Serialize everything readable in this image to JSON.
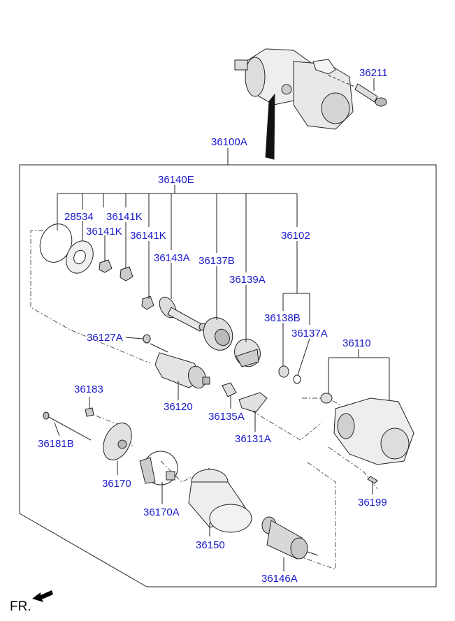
{
  "callouts": {
    "p36211": "36211",
    "p36100A": "36100A",
    "p36140E": "36140E",
    "p28534": "28534",
    "p36141K_a": "36141K",
    "p36141K_b": "36141K",
    "p36141K_c": "36141K",
    "p36102": "36102",
    "p36143A": "36143A",
    "p36137B": "36137B",
    "p36139A": "36139A",
    "p36138B": "36138B",
    "p36137A": "36137A",
    "p36127A": "36127A",
    "p36110": "36110",
    "p36120": "36120",
    "p36183": "36183",
    "p36135A": "36135A",
    "p36131A": "36131A",
    "p36181B": "36181B",
    "p36170": "36170",
    "p36199": "36199",
    "p36170A": "36170A",
    "p36150": "36150",
    "p36146A": "36146A"
  },
  "direction_label": "FR.",
  "colors": {
    "callout": "#1a1acc",
    "line": "#222222"
  }
}
